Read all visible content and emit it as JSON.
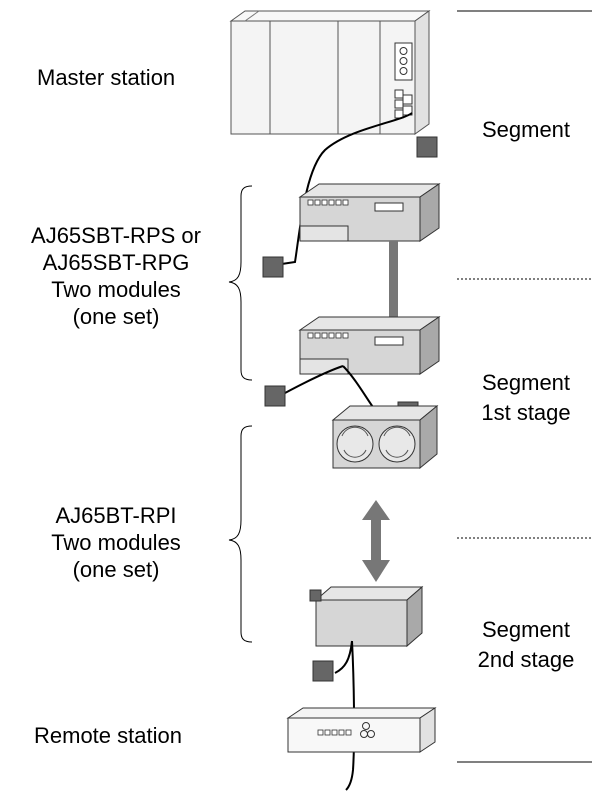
{
  "labels": {
    "master_station": "Master station",
    "rps_group": [
      "AJ65SBT-RPS or",
      "AJ65SBT-RPG",
      "Two modules",
      "(one set)"
    ],
    "rpi_group": [
      "AJ65BT-RPI",
      "Two modules",
      "(one set)"
    ],
    "remote_station": "Remote station"
  },
  "segments": {
    "segment_top": "Segment",
    "segment_1st": [
      "Segment",
      "1st stage"
    ],
    "segment_2nd": [
      "Segment",
      "2nd stage"
    ]
  }
}
